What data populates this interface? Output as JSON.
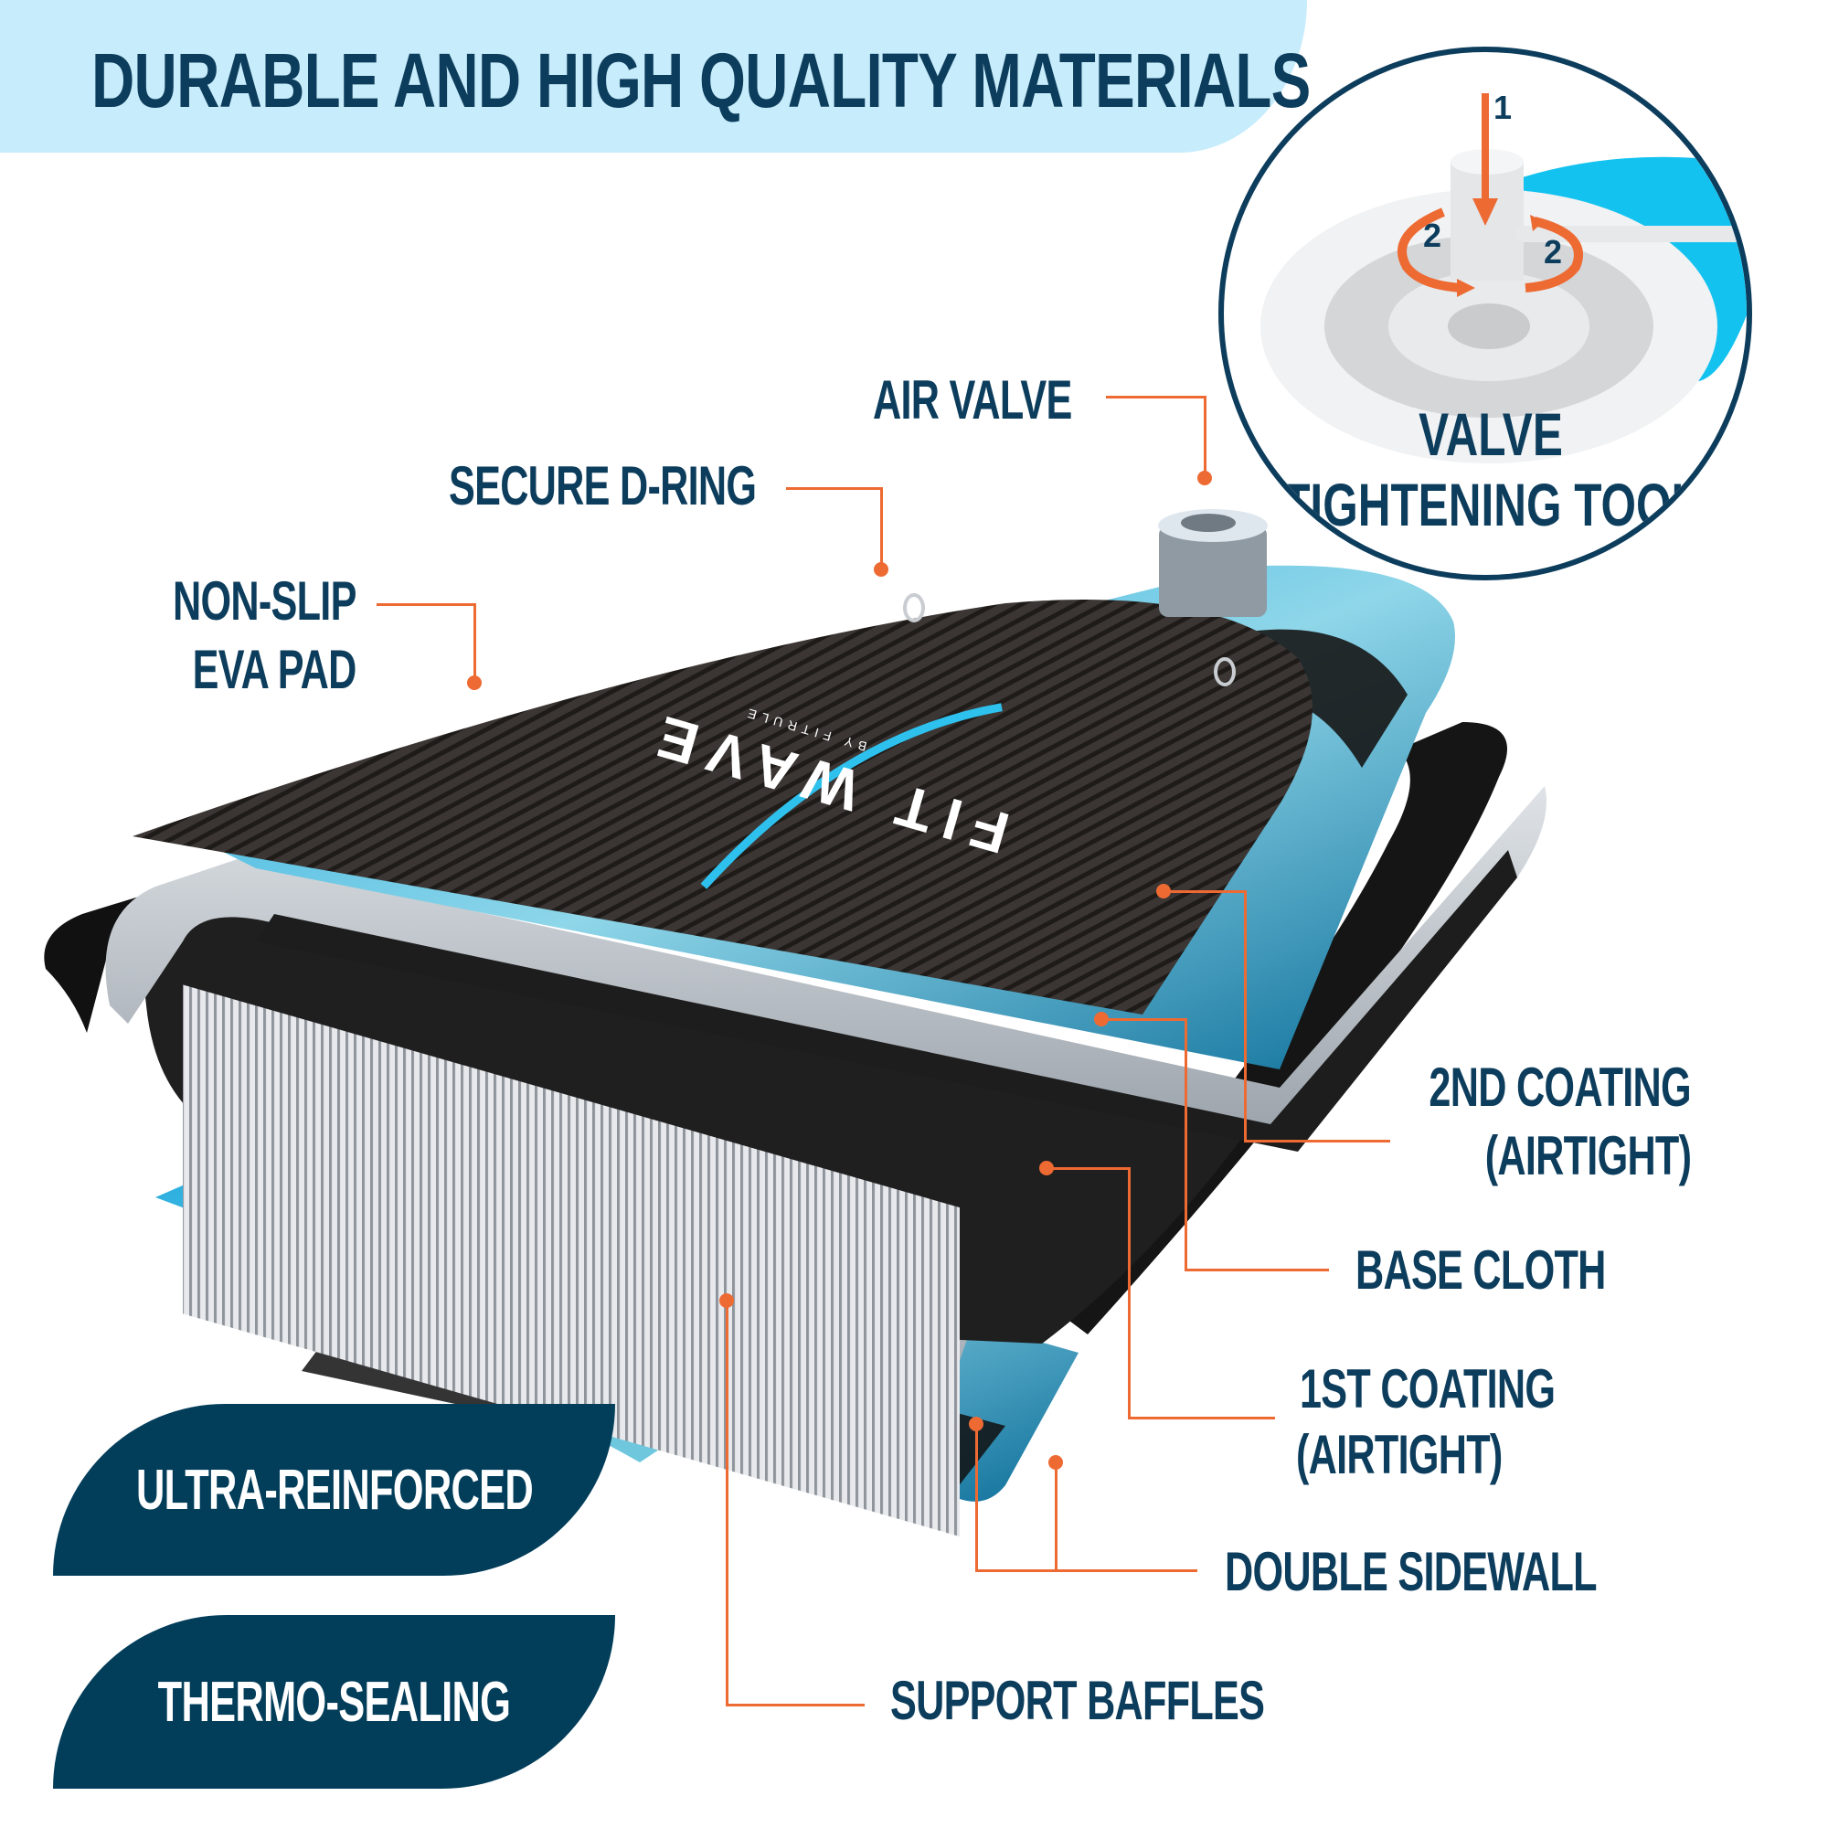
{
  "header": {
    "title": "DURABLE AND HIGH QUALITY MATERIALS",
    "band_color": "#c7ecfb",
    "text_color": "#0d3d5c"
  },
  "inset": {
    "title_line1": "VALVE",
    "title_line2": "TIGHTENING TOOL",
    "step_push": "1",
    "step_turn_left": "2",
    "step_turn_right": "2",
    "border_color": "#0d3d5c",
    "arrow_color": "#ee6a33"
  },
  "product": {
    "brand": "FIT WAVE",
    "brand_sub": "BY FITRULE"
  },
  "callouts": {
    "air_valve": "AIR VALVE",
    "secure_d_ring": "SECURE D-RING",
    "non_slip_line1": "NON-SLIP",
    "non_slip_line2": "EVA PAD",
    "second_coating_line1": "2ND COATING",
    "second_coating_line2": "(AIRTIGHT)",
    "base_cloth": "BASE CLOTH",
    "first_coating_line1": "1ST COATING",
    "first_coating_line2": "(AIRTIGHT)",
    "double_sidewall": "DOUBLE SIDEWALL",
    "support_baffles": "SUPPORT BAFFLES",
    "leader_color": "#ee6a33"
  },
  "badges": [
    {
      "label": "ULTRA-REINFORCED"
    },
    {
      "label": "THERMO-SEALING"
    }
  ],
  "badge_color": "#023d5a"
}
